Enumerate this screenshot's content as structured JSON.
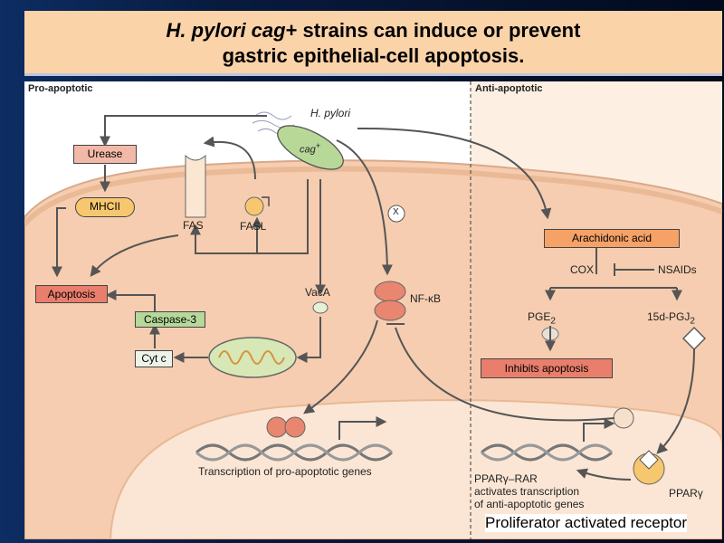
{
  "title": {
    "line1_italic": "H. pylori cag",
    "line1_rest": "+ strains can induce or prevent",
    "line2": "gastric epithelial-cell apoptosis."
  },
  "sections": {
    "pro": "Pro-apoptotic",
    "anti": "Anti-apoptotic"
  },
  "labels": {
    "h_pylori": "H. pylori",
    "cag": "cag",
    "cag_sup": "+",
    "urease": "Urease",
    "mhcii": "MHCII",
    "fas": "FAS",
    "fasl": "FASL",
    "x_mark": "X",
    "vaca": "VacA",
    "nfkb": "NF-κB",
    "apoptosis": "Apoptosis",
    "caspase3": "Caspase-3",
    "cytc": "Cyt c",
    "arachidonic": "Arachidonic acid",
    "cox": "COX",
    "nsaids": "NSAIDs",
    "pge": "PGE",
    "pge_sub": "2",
    "pgj": "15d-PGJ",
    "pgj_sub": "2",
    "inhibits": "Inhibits apoptosis",
    "transcription_pro": "Transcription of pro-apoptotic genes",
    "ppar_rar_1": "PPARγ–RAR",
    "ppar_rar_2": "activates transcription",
    "ppar_rar_3": "of anti-apoptotic genes",
    "ppar_gamma": "PPARγ"
  },
  "footer_note": "Proliferator activated receptor",
  "colors": {
    "title_bg": "#fbd3a9",
    "cell_fill": "#f6cdb0",
    "nucleus_fill": "#fbe6d5",
    "red_box": "#e97e6c",
    "green_box": "#b6d89a",
    "orange_box": "#f6a267",
    "pylori_fill": "#b8d898",
    "anti_bg": "#fdf0e2"
  }
}
